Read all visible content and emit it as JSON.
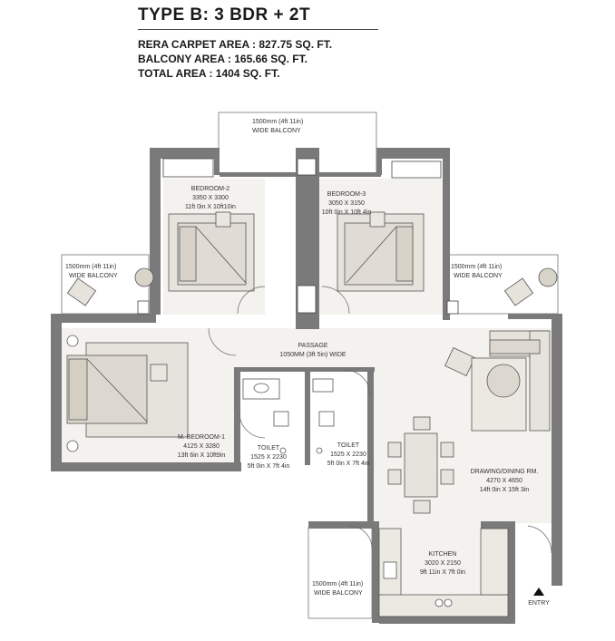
{
  "header": {
    "title": "TYPE B: 3 BDR + 2T",
    "carpet_area": "RERA CARPET AREA : 827.75 SQ. FT.",
    "balcony_area": "BALCONY AREA : 165.66 SQ. FT.",
    "total_area": "TOTAL AREA :  1404 SQ. FT."
  },
  "rooms": {
    "top_balcony": {
      "name": "1500mm (4ft 11in)",
      "dims": "WIDE BALCONY"
    },
    "bedroom2": {
      "name": "BEDROOM-2",
      "dims_mm": "3350 X 3300",
      "dims_ft": "11ft 0in X 10ft10in"
    },
    "bedroom3": {
      "name": "BEDROOM-3",
      "dims_mm": "3050 X 3150",
      "dims_ft": "10ft 0in X 10ft 4in"
    },
    "left_balcony": {
      "name": "1500mm (4ft 11in)",
      "dims": "WIDE BALCONY"
    },
    "right_balcony": {
      "name": "1500mm (4ft 11in)",
      "dims": "WIDE BALCONY"
    },
    "passage": {
      "name": "PASSAGE",
      "dims": "1050MM (3ft 5in) WIDE"
    },
    "master_bedroom": {
      "name": "M. BEDROOM-1",
      "dims_mm": "4125 X 3280",
      "dims_ft": "13ft 6in X 10ft9in"
    },
    "toilet1": {
      "name": "TOILET",
      "dims_mm": "1525 X 2230",
      "dims_ft": "5ft 0in X 7ft 4in"
    },
    "toilet2": {
      "name": "TOILET",
      "dims_mm": "1525 X 2230",
      "dims_ft": "5ft 0in X 7ft 4in"
    },
    "drawing": {
      "name": "DRAWING/DINING RM.",
      "dims_mm": "4270 X 4650",
      "dims_ft": "14ft 0in X 15ft 3in"
    },
    "kitchen": {
      "name": "KITCHEN",
      "dims_mm": "3020 X 2150",
      "dims_ft": "9ft 11in X 7ft 0in"
    },
    "kitchen_balcony": {
      "name": "1500mm (4ft 11in)",
      "dims": "WIDE BALCONY"
    }
  },
  "entry_label": "ENTRY"
}
